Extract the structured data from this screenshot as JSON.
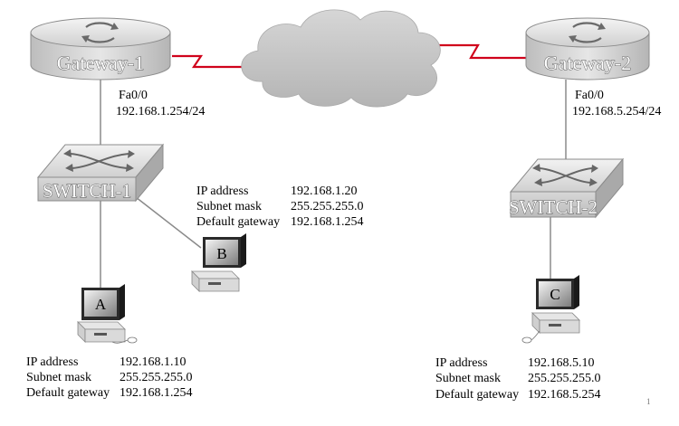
{
  "gateways": [
    {
      "id": "gw1",
      "label": "Gateway-1",
      "interface": "Fa0/0",
      "ip": "192.168.1.254/24"
    },
    {
      "id": "gw2",
      "label": "Gateway-2",
      "interface": "Fa0/0",
      "ip": "192.168.5.254/24"
    }
  ],
  "switches": [
    {
      "id": "sw1",
      "label": "SWITCH-1"
    },
    {
      "id": "sw2",
      "label": "SWITCH-2"
    }
  ],
  "hosts": [
    {
      "id": "A",
      "label": "A",
      "ip_label": "IP address",
      "ip": "192.168.1.10",
      "mask_label": "Subnet mask",
      "mask": "255.255.255.0",
      "gw_label": "Default gateway",
      "gateway": "192.168.1.254"
    },
    {
      "id": "B",
      "label": "B",
      "ip_label": "IP address",
      "ip": "192.168.1.20",
      "mask_label": "Subnet mask",
      "mask": "255.255.255.0",
      "gw_label": "Default gateway",
      "gateway": "192.168.1.254"
    },
    {
      "id": "C",
      "label": "C",
      "ip_label": "IP address",
      "ip": "192.168.5.10",
      "mask_label": "Subnet mask",
      "mask": "255.255.255.0",
      "gw_label": "Default gateway",
      "gateway": "192.168.5.254"
    }
  ],
  "page_number": "1",
  "colors": {
    "wan_link": "#d0021b",
    "cloud": "#c4c4c4",
    "device": "#dcdcdc",
    "lan_link": "#8a8a8a"
  }
}
